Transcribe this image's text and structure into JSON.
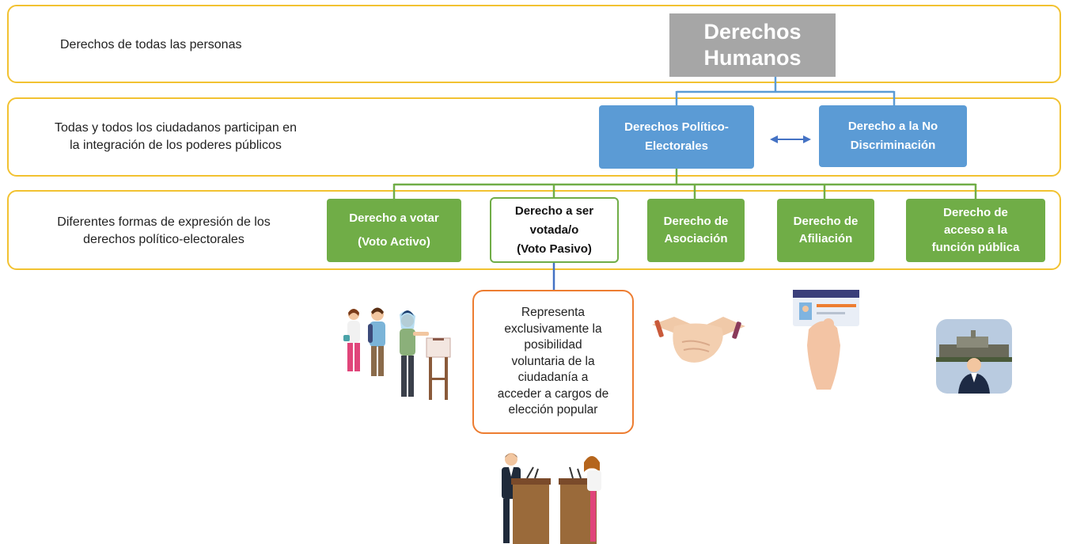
{
  "bands": [
    {
      "label": "Derechos de todas las personas"
    },
    {
      "label_lines": [
        "Todas y todos los ciudadanos participan en",
        "la integración de los poderes públicos"
      ]
    },
    {
      "label_lines": [
        "Diferentes formas de expresión de los",
        "derechos político-electorales"
      ]
    }
  ],
  "root": {
    "lines": [
      "Derechos",
      "Humanos"
    ]
  },
  "level2": [
    {
      "lines": [
        "Derechos Político-",
        "Electorales"
      ]
    },
    {
      "lines": [
        "Derecho a la No",
        "Discriminación"
      ]
    }
  ],
  "level3": [
    {
      "lines": [
        "Derecho a votar",
        "(Voto Activo)"
      ]
    },
    {
      "lines": [
        "Derecho a ser",
        "votada/o",
        "(Voto Pasivo)"
      ]
    },
    {
      "lines": [
        "Derecho de",
        "Asociación"
      ]
    },
    {
      "lines": [
        "Derecho de",
        "Afiliación"
      ]
    },
    {
      "lines": [
        "Derecho de",
        "acceso a la",
        "función pública"
      ]
    }
  ],
  "note": {
    "lines": [
      "Representa",
      "exclusivamente la",
      "posibilidad",
      "voluntaria de la",
      "ciudadanía a",
      "acceder a cargos de",
      "elección popular"
    ]
  },
  "colors": {
    "band_border": "#f2c231",
    "gray": "#a6a6a6",
    "blue": "#5b9bd5",
    "green": "#70ad47",
    "orange": "#ed7d31",
    "connector_blue": "#5b9bd5",
    "connector_green": "#70ad47",
    "arrow": "#4472c4"
  },
  "illustrations": [
    "voters-at-ballot-box",
    "handshake",
    "hand-holding-id-card",
    "government-building-official",
    "candidates-at-podiums"
  ]
}
